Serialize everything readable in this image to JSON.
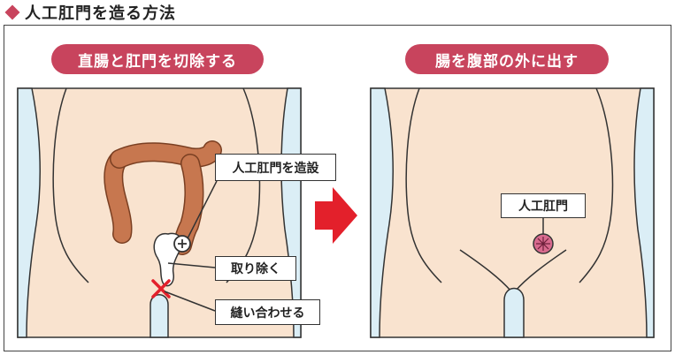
{
  "header": {
    "title": "人工肛門を造る方法"
  },
  "left_panel": {
    "pill": "直腸と肛門を切除する",
    "labels": {
      "create": "人工肛門を造設",
      "remove": "取り除く",
      "suture": "縫い合わせる"
    }
  },
  "right_panel": {
    "pill": "腸を腹部の外に出す",
    "labels": {
      "stoma": "人工肛門"
    }
  },
  "colors": {
    "accent": "#c8445d",
    "skin": "#f9e3cf",
    "bone": "#dbeef6",
    "colon": "#c7774f",
    "stoma": "#d86a8e",
    "arrow": "#e3202b"
  }
}
